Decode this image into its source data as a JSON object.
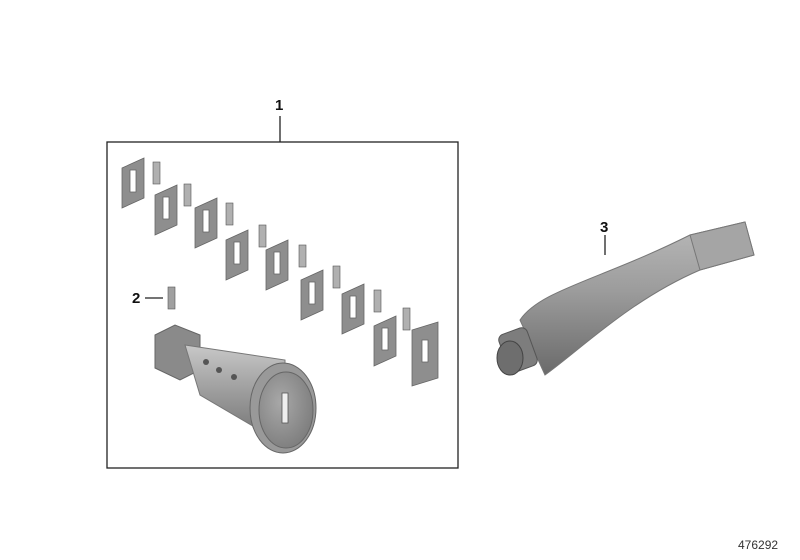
{
  "diagram": {
    "callouts": [
      {
        "number": "1",
        "part": "lock-cylinder-set"
      },
      {
        "number": "2",
        "part": "spring-pin"
      },
      {
        "number": "3",
        "part": "grease-tube"
      }
    ],
    "reference_number": "476292"
  }
}
